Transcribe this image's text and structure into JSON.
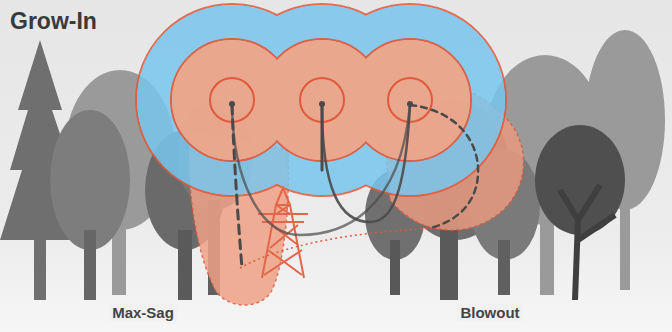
{
  "diagram": {
    "title": "Grow-In",
    "labels": [
      "Max-Sag",
      "Blowout"
    ]
  }
}
